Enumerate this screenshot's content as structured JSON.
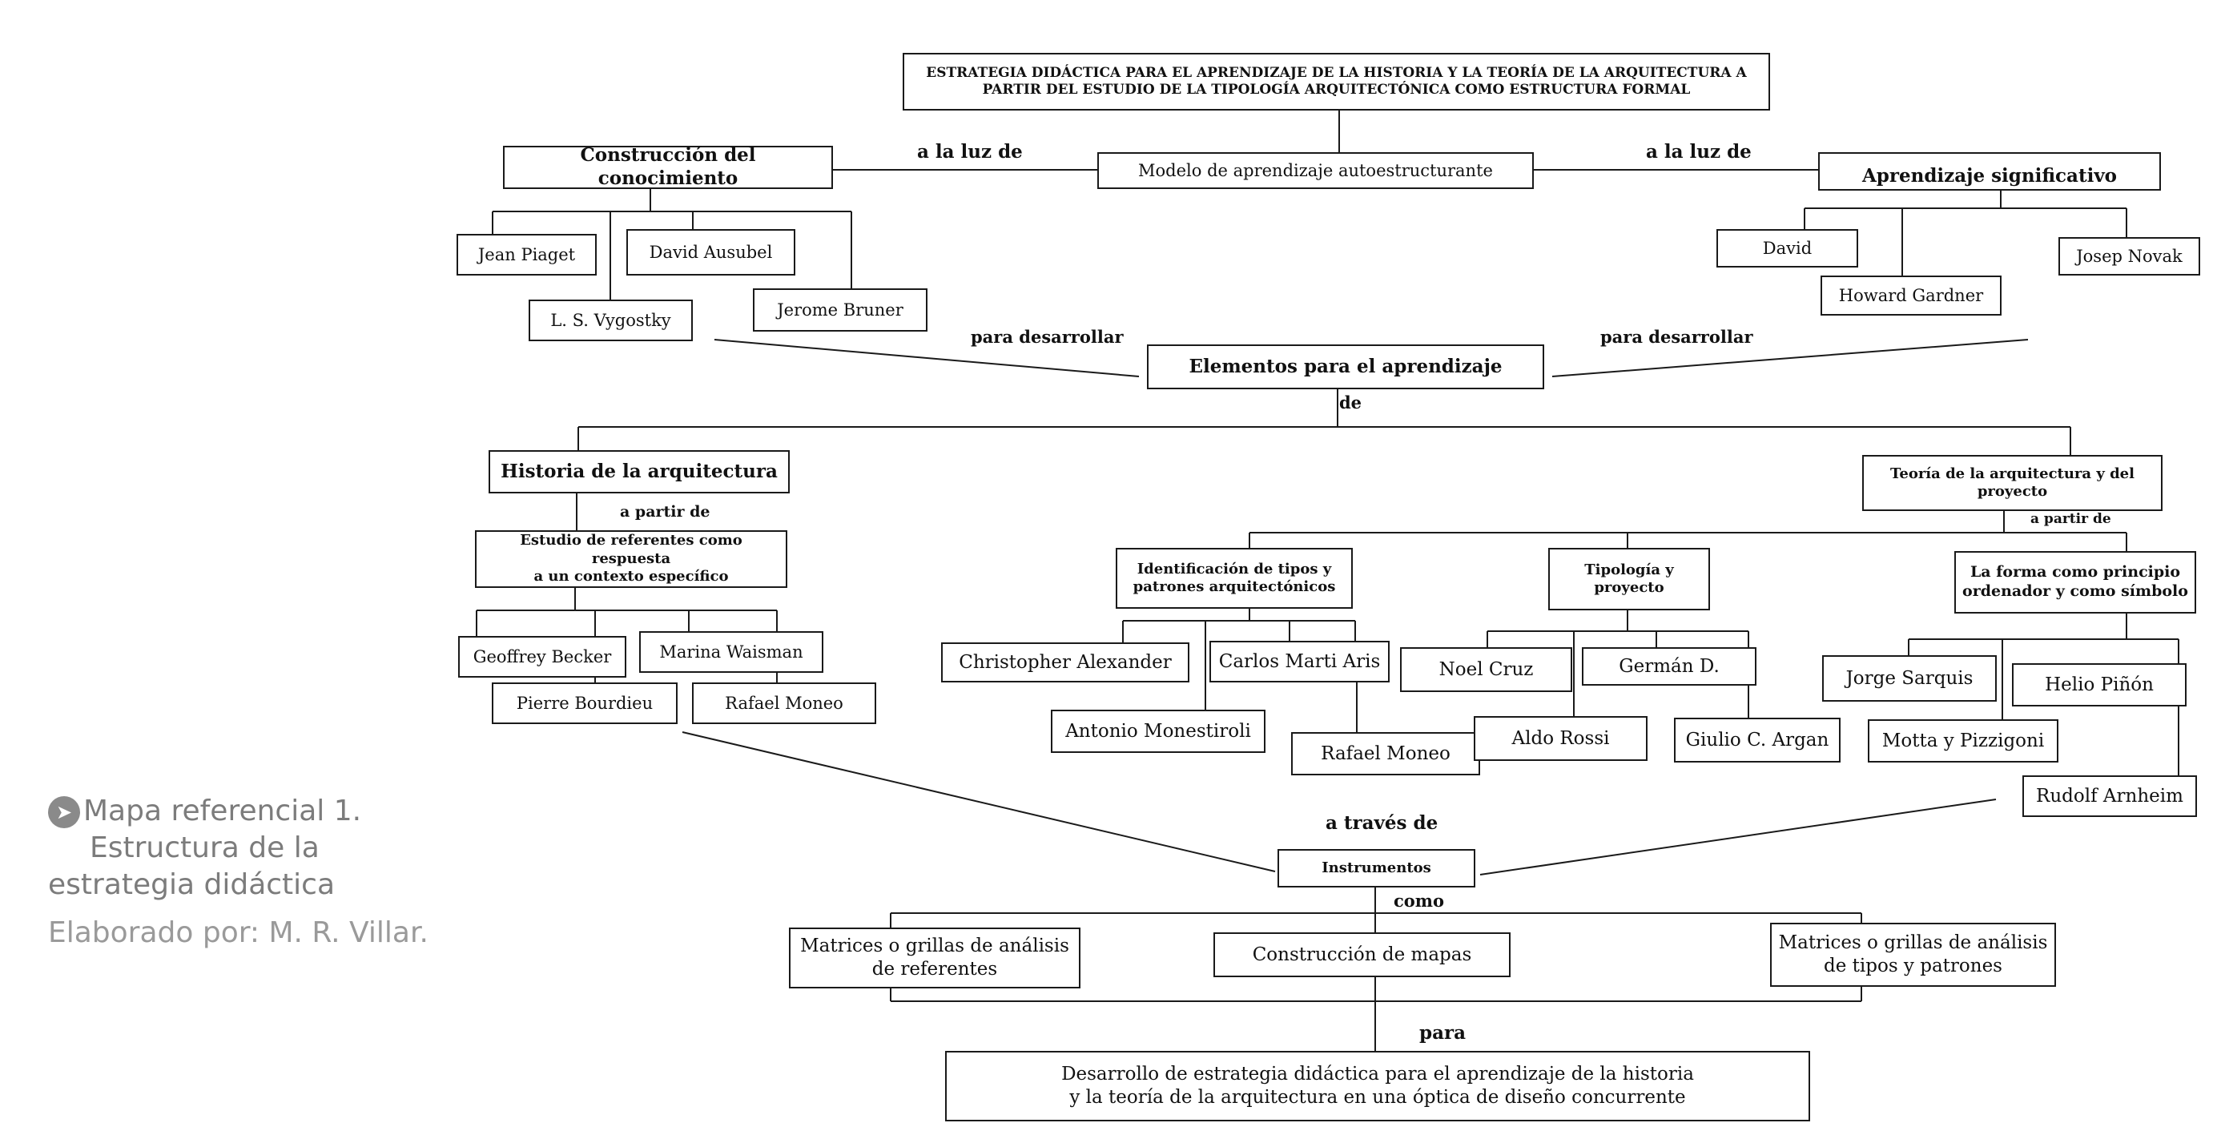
{
  "title": "ESTRATEGIA DIDÁCTICA PARA EL APRENDIZAJE DE LA HISTORIA Y LA TEORÍA DE LA ARQUITECTURA A\nPARTIR DEL ESTUDIO DE LA TIPOLOGÍA ARQUITECTÓNICA COMO ESTRUCTURA FORMAL",
  "caption": {
    "line1": "Mapa referencial 1.",
    "line2": "Estructura de la",
    "line3": "estrategia didáctica",
    "credit": "Elaborado por: M. R. Villar."
  },
  "nodes": {
    "modelo": "Modelo de aprendizaje autoestructurante",
    "construccion": "Construcción del conocimiento",
    "aprendizaje_sig": "Aprendizaje significativo",
    "piaget": "Jean Piaget",
    "ausubel": "David Ausubel",
    "vygostky": "L. S. Vygostky",
    "bruner": "Jerome Bruner",
    "david": "David",
    "gardner": "Howard Gardner",
    "novak": "Josep Novak",
    "elementos": "Elementos para el aprendizaje",
    "historia": "Historia de la arquitectura",
    "teoria": "Teoría de la arquitectura y del\nproyecto",
    "estudio": "Estudio de referentes como respuesta\na un contexto específico",
    "becker": "Geoffrey Becker",
    "waisman": "Marina Waisman",
    "bourdieu": "Pierre Bourdieu",
    "moneo1": "Rafael Moneo",
    "identificacion": "Identificación de tipos  y\npatrones arquitectónicos",
    "tipologia": "Tipología y\nproyecto",
    "forma": "La forma como principio\nordenador y como símbolo",
    "alexander": "Christopher Alexander",
    "marti": "Carlos Marti Aris",
    "monestiroli": "Antonio Monestiroli",
    "moneo2": "Rafael Moneo",
    "cruz": "Noel Cruz",
    "german": "Germán D.",
    "rossi": "Aldo Rossi",
    "argan": "Giulio C. Argan",
    "sarquis": "Jorge Sarquis",
    "pinon": "Helio Piñón",
    "motta": "Motta y Pizzigoni",
    "arnheim": "Rudolf Arnheim",
    "instrumentos": "Instrumentos",
    "matrices_ref": "Matrices o grillas de análisis\nde referentes",
    "mapas": "Construcción de mapas",
    "matrices_tipos": "Matrices o grillas de análisis\nde tipos y patrones",
    "desarrollo": "Desarrollo de estrategia didáctica para el aprendizaje de la historia\ny la teoría de la arquitectura en una óptica de diseño concurrente"
  },
  "connectors": {
    "luz_izq": "a la luz de",
    "luz_der": "a la luz de",
    "para_desarrollar_izq": "para desarrollar",
    "para_desarrollar_der": "para desarrollar",
    "de": "de",
    "a_partir_hist": "a partir de",
    "a_partir_teo": "a partir de",
    "a_traves": "a través de",
    "como": "como",
    "para": "para"
  }
}
